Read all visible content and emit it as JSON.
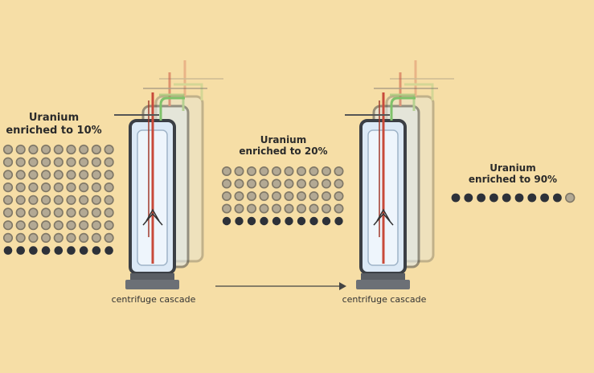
{
  "stages": [
    {
      "label_line1": "Uranium",
      "label_line2": "enriched to 10%",
      "light_rows": 8,
      "dark_rows": 1,
      "columns": 9
    },
    {
      "label_line1": "Uranium",
      "label_line2": "enriched to 20%",
      "light_rows": 4,
      "dark_rows": 1,
      "columns": 10
    },
    {
      "label_line1": "Uranium",
      "label_line2": "enriched to 90%",
      "dark_count": 9,
      "light_count": 1
    }
  ],
  "centrifuges": [
    {
      "caption": "centrifuge cascade"
    },
    {
      "caption": "centrifuge cascade"
    }
  ],
  "colors": {
    "background": "#f6dea6",
    "light_atom": "#b3a994",
    "light_atom_ring": "#7f7766",
    "dark_atom": "#2d3139",
    "centrifuge_body": "#dce9f6",
    "centrifuge_frame": "#3b3f45",
    "red_pipe": "#c84a3a",
    "green_pipe": "#7fc26a",
    "arrow": "#444444"
  }
}
